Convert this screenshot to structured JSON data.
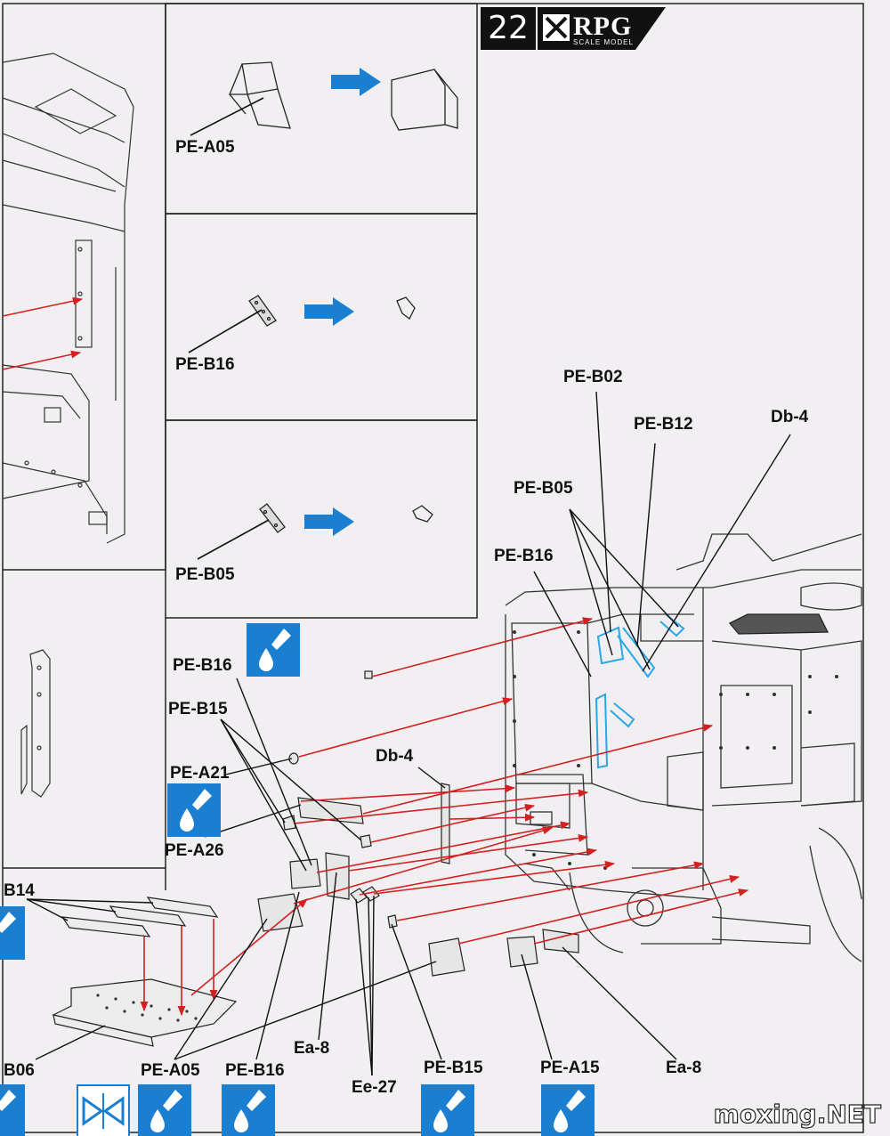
{
  "header": {
    "page_number": "22",
    "brand": "RPG",
    "brand_subtitle": "SCALE MODEL"
  },
  "steps": {
    "step1": {
      "label": "PE-A05"
    },
    "step2": {
      "label": "PE-B16"
    },
    "step3": {
      "label": "PE-B05"
    }
  },
  "callouts": {
    "pe_b02": "PE-B02",
    "pe_b12": "PE-B12",
    "db4_top": "Db-4",
    "pe_b05": "PE-B05",
    "pe_b16_mid": "PE-B16",
    "pe_b16_left": "PE-B16",
    "pe_b15_left": "PE-B15",
    "pe_a21": "PE-A21",
    "pe_a26": "PE-A26",
    "db4_mid": "Db-4",
    "b14": "B14",
    "b06": "B06",
    "pe_a05_bottom": "PE-A05",
    "pe_b16_bottom": "PE-B16",
    "ea8_left": "Ea-8",
    "ee27": "Ee-27",
    "pe_b15_bottom": "PE-B15",
    "pe_a15": "PE-A15",
    "ea8_right": "Ea-8"
  },
  "icons": {
    "glue": "glue-drop-icon",
    "bend": "bend-icon"
  },
  "colors": {
    "arrow_red": "#d42020",
    "arrow_blue": "#1a7fd0",
    "highlight_blue": "#2aa7e6",
    "glue_blue": "#1a7fd0"
  },
  "watermark": "moxing.NET"
}
